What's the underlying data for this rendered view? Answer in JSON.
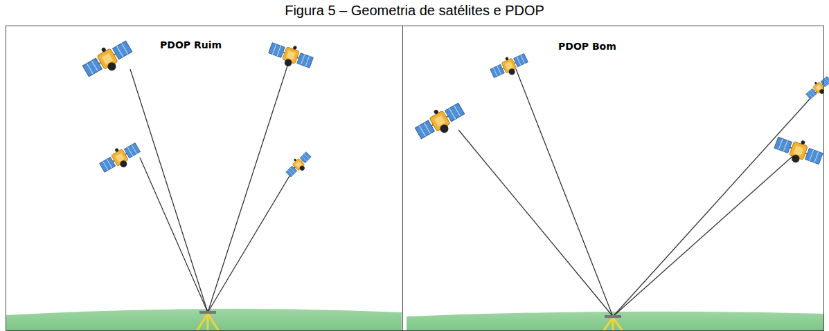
{
  "diagram": {
    "title": "Figura 5 – Geometria de satélites e PDOP",
    "nodes": [
      {
        "text": [
          "PDOP Ruim"
        ]
      },
      {
        "text": [
          "PDOP Bom"
        ]
      }
    ]
  }
}
